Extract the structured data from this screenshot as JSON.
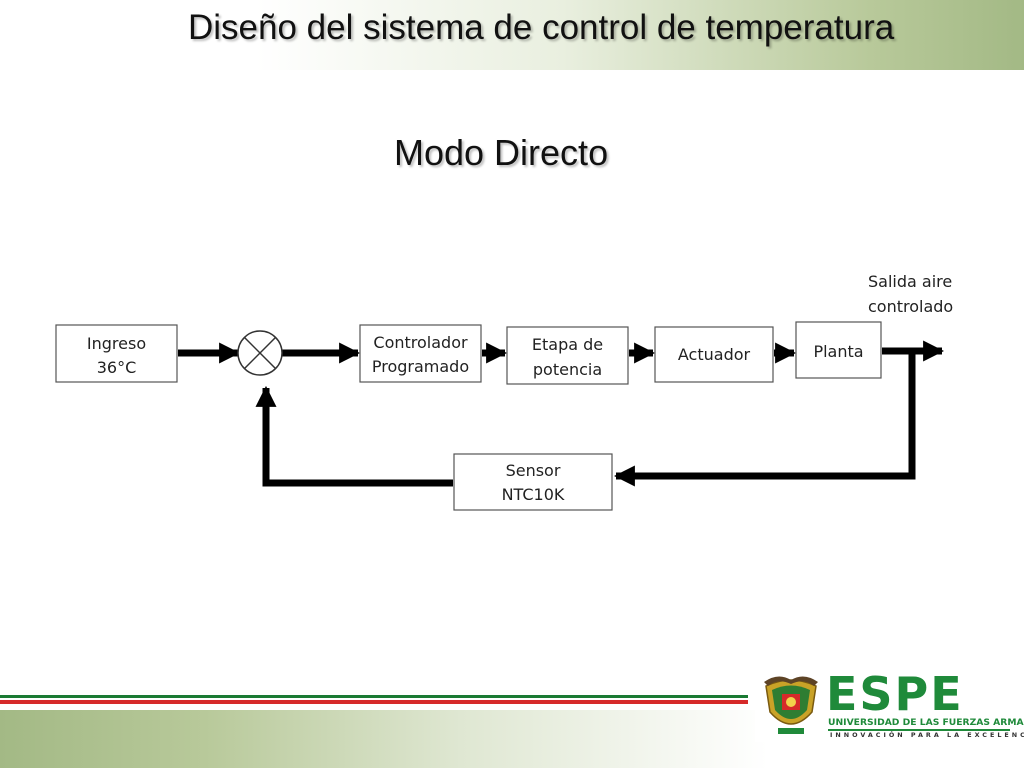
{
  "slide": {
    "title": "Diseño del sistema de control de temperatura",
    "subtitle": "Modo Directo"
  },
  "diagram": {
    "blocks": {
      "ingreso": [
        "Ingreso",
        "36°C"
      ],
      "controlador": [
        "Controlador",
        "Programado"
      ],
      "etapa": [
        "Etapa de",
        "potencia"
      ],
      "actuador": [
        "Actuador"
      ],
      "planta": [
        "Planta"
      ],
      "sensor": [
        "Sensor",
        "NTC10K"
      ]
    },
    "output_label": [
      "Salida aire",
      "controlado"
    ],
    "colors": {
      "line": "#000000",
      "box_border": "#555555",
      "text": "#222222"
    }
  },
  "footer": {
    "logo_text": "ESPE",
    "university": "UNIVERSIDAD DE LAS FUERZAS ARMADAS",
    "motto": "INNOVACIÓN PARA LA EXCELENCIA",
    "colors": {
      "green": "#1f8a3a",
      "red": "#d62a2a"
    }
  }
}
